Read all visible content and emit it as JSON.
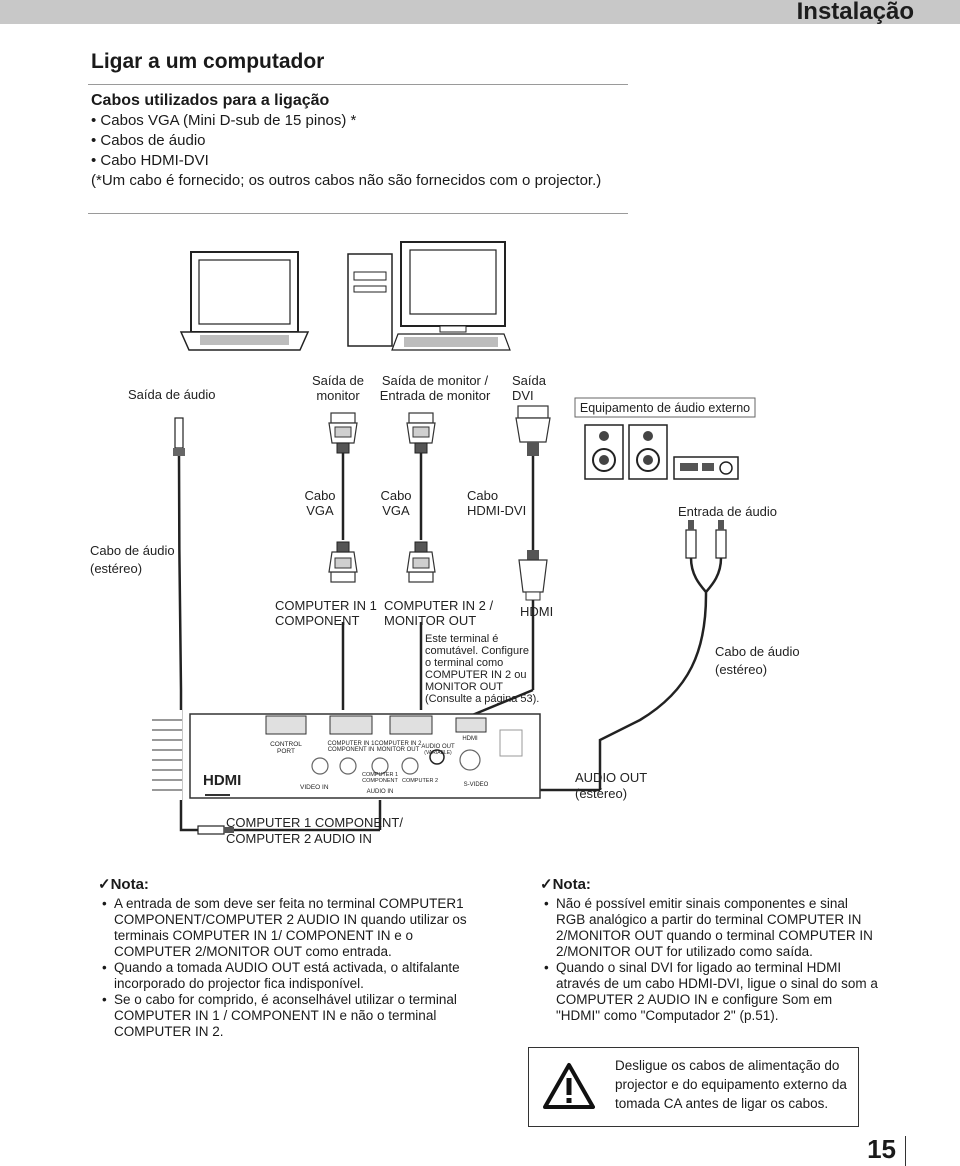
{
  "header": {
    "title": "Instalação"
  },
  "section": {
    "title": "Ligar a um computador",
    "cables_heading": "Cabos utilizados para a ligação",
    "cables": [
      "Cabos VGA (Mini D-sub de 15 pinos) *",
      "Cabos de áudio",
      "Cabo HDMI-DVI"
    ],
    "footnote": "(*Um cabo é fornecido; os outros cabos não são fornecidos com o projector.)"
  },
  "diagram": {
    "pc_audio_out": "Saída de áudio",
    "pc_monitor_out": [
      "Saída de",
      "monitor"
    ],
    "pc_monitor_inout": [
      "Saída de monitor /",
      "Entrada de monitor"
    ],
    "pc_dvi_out": [
      "Saída",
      "DVI"
    ],
    "ext_audio_equipment": "Equipamento de áudio externo",
    "cable_vga_1": [
      "Cabo",
      "VGA"
    ],
    "cable_vga_2": [
      "Cabo",
      "VGA"
    ],
    "cable_hdmi_dvi": [
      "Cabo",
      "HDMI-DVI"
    ],
    "audio_input": "Entrada de áudio",
    "audio_cable_left": [
      "Cabo de áudio",
      "(estéreo)"
    ],
    "port_computer_in1": [
      "COMPUTER IN 1",
      "COMPONENT"
    ],
    "port_computer_in2": [
      "COMPUTER IN 2 /",
      "MONITOR OUT"
    ],
    "port_hdmi": "HDMI",
    "switch_note": [
      "Este terminal é",
      "comutável. Configure",
      "o terminal como",
      "COMPUTER IN 2 ou",
      "MONITOR OUT",
      "(Consulte a página 53)."
    ],
    "audio_cable_right": [
      "Cabo de áudio",
      "(estéreo)"
    ],
    "audio_out": [
      "AUDIO OUT",
      "(estéreo)"
    ],
    "computer_audio_in": [
      "COMPUTER 1 COMPONENT/",
      "COMPUTER 2 AUDIO IN"
    ],
    "panel": {
      "control_port": [
        "CONTROL",
        "PORT"
      ],
      "computer_in1": [
        "COMPUTER IN 1",
        "COMPONENT IN"
      ],
      "computer_in2": [
        "COMPUTER IN 2",
        "MONITOR OUT"
      ],
      "audio_out_small": "AUDIO OUT",
      "variable": "(VARIABLE)",
      "hdmi_small": "HDMI",
      "hdmi_logo": "HDMI",
      "video_in": "VIDEO IN",
      "computer1_component": [
        "COMPUTER 1",
        "COMPONENT"
      ],
      "computer2": "COMPUTER 2",
      "audio_in": "AUDIO IN",
      "svideo": "S-VIDEO"
    }
  },
  "notes_left": {
    "heading": "Nota:",
    "items": [
      "A entrada de som deve ser feita no terminal COMPUTER1 COMPONENT/COMPUTER 2 AUDIO IN quando utilizar os terminais COMPUTER IN 1/ COMPONENT IN e o COMPUTER 2/MONITOR OUT como entrada.",
      "Quando a tomada AUDIO OUT está activada, o altifalante incorporado do projector fica indisponível.",
      "Se o cabo for comprido, é aconselhável utilizar o terminal COMPUTER IN 1 / COMPONENT IN e não o terminal COMPUTER IN 2."
    ]
  },
  "notes_right": {
    "heading": "Nota:",
    "items": [
      "Não é possível emitir sinais componentes e sinal RGB analógico a partir do terminal COMPUTER IN 2/MONITOR OUT quando o terminal COMPUTER IN 2/MONITOR OUT for utilizado como saída.",
      "Quando o sinal DVI for ligado ao terminal HDMI através de um cabo HDMI-DVI, ligue o sinal do som a COMPUTER 2 AUDIO IN e configure Som em \"HDMI\" como \"Computador 2\" (p.51)."
    ]
  },
  "warning": {
    "text": "Desligue os cabos de alimentação do projector e do equipamento externo da tomada CA antes de ligar os cabos."
  },
  "page_number": "15"
}
